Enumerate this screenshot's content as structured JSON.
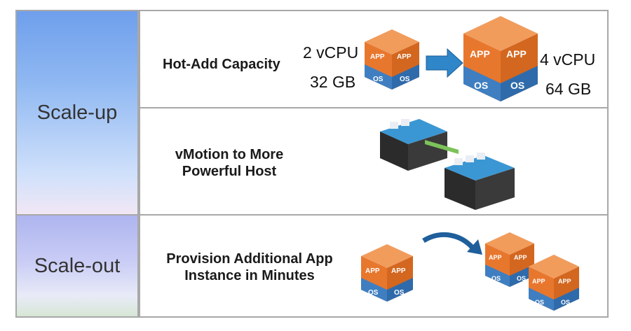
{
  "labels": {
    "scale_up": "Scale-up",
    "scale_out": "Scale-out"
  },
  "row1": {
    "title": "Hot-Add Capacity",
    "before_cpu": "2 vCPU",
    "before_mem": "32 GB",
    "after_cpu": "4 vCPU",
    "after_mem": "64 GB"
  },
  "row2": {
    "title_line1": "vMotion to More",
    "title_line2": "Powerful Host"
  },
  "row3": {
    "title_line1": "Provision Additional App",
    "title_line2": "Instance in Minutes"
  },
  "cube": {
    "app": "APP",
    "os": "OS"
  },
  "colors": {
    "orange": "#e8772e",
    "orange_dark": "#b9531b",
    "blue": "#3f7fc1",
    "blue_dark": "#2a5f9b",
    "arrow": "#2f86c9",
    "server_top": "#3b97d3",
    "server_body": "#2b2b2b",
    "green_link": "#7cc25a"
  }
}
